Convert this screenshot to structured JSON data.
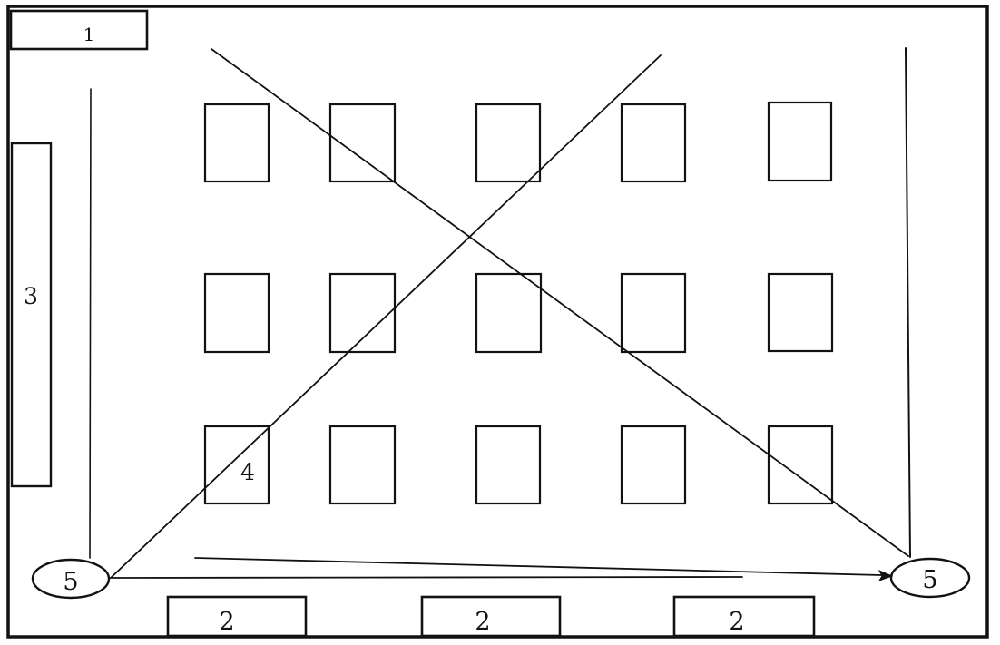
{
  "figure": {
    "background": "#ffffff",
    "ink": "#121212",
    "labels": {
      "top_left_box": "1",
      "left_bar": "3",
      "marked_grid_cell": "4",
      "left_ellipse": "5",
      "right_ellipse": "5",
      "bottom_box_1": "2",
      "bottom_box_2": "2",
      "bottom_box_3": "2"
    }
  }
}
